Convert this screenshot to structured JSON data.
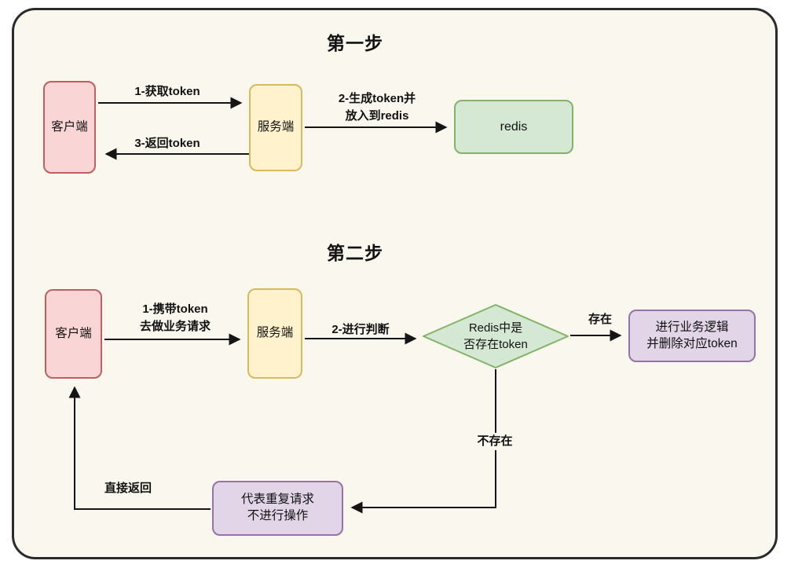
{
  "titles": {
    "step1": "第一步",
    "step2": "第二步"
  },
  "step1": {
    "client": "客户端",
    "server": "服务端",
    "redis": "redis",
    "edge_get_token": "1-获取token",
    "edge_gen_token": "2-生成token并\n放入到redis",
    "edge_return_token": "3-返回token"
  },
  "step2": {
    "client": "客户端",
    "server": "服务端",
    "diamond": "Redis中是\n否存在token",
    "logic_box": "进行业务逻辑\n并删除对应token",
    "repeat_box": "代表重复请求\n不进行操作",
    "edge_carry_token": "1-携带token\n去做业务请求",
    "edge_judge": "2-进行判断",
    "edge_exists": "存在",
    "edge_not_exists": "不存在",
    "edge_direct_return": "直接返回"
  },
  "colors": {
    "frame_bg": "#faf7ee",
    "frame_border": "#2b2b2b",
    "client_fill": "#f9d6d5",
    "client_border": "#c0605e",
    "server_fill": "#fff2cc",
    "server_border": "#d9b95c",
    "redis_fill": "#d5e8d4",
    "redis_border": "#82b366",
    "purple_fill": "#e1d5e7",
    "purple_border": "#9673a6"
  }
}
